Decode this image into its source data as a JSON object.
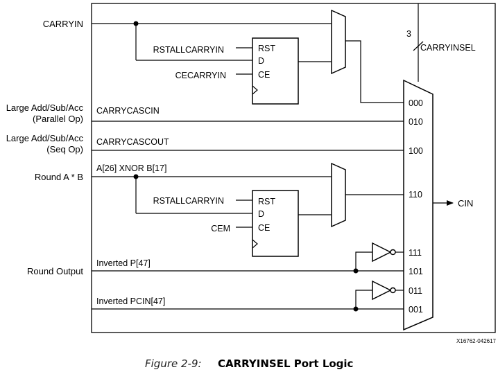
{
  "inputs": {
    "carryin": "CARRYIN",
    "large1_line1": "Large Add/Sub/Acc",
    "large1_line2": "(Parallel Op)",
    "large2_line1": "Large Add/Sub/Acc",
    "large2_line2": "(Seq Op)",
    "round_ab": "Round A * B",
    "round_output": "Round Output"
  },
  "signals": {
    "rstallcarryin_top": "RSTALLCARRYIN",
    "cecarryin": "CECARRYIN",
    "carrycascin": "CARRYCASCIN",
    "carrycascout": "CARRYCASCOUT",
    "a26_xnor": "A[26] XNOR B[17]",
    "rstallcarryin_bottom": "RSTALLCARRYIN",
    "cem": "CEM",
    "inverted_p47": "Inverted P[47]",
    "inverted_pcin47": "Inverted PCIN[47]"
  },
  "register_top": {
    "rst": "RST",
    "d": "D",
    "ce": "CE"
  },
  "register_bottom": {
    "rst": "RST",
    "d": "D",
    "ce": "CE"
  },
  "mux_select": {
    "width": "3",
    "name": "CARRYINSEL"
  },
  "mux_inputs": [
    "000",
    "010",
    "100",
    "110",
    "111",
    "101",
    "011",
    "001"
  ],
  "output": "CIN",
  "figure_id": "X16762-042617",
  "caption": {
    "label": "Figure 2-9:",
    "title": "CARRYINSEL Port Logic"
  }
}
